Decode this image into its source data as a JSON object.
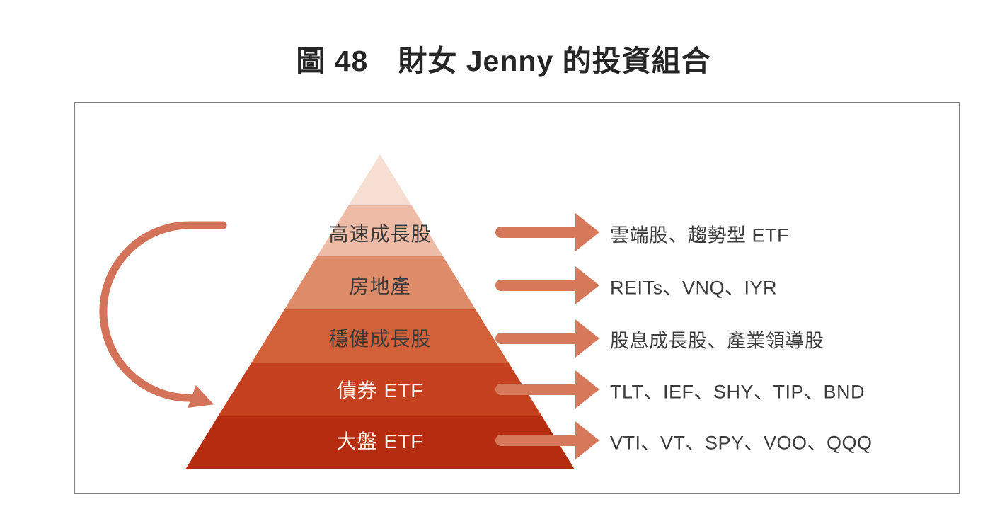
{
  "figure": {
    "title": "圖 48　財女 Jenny 的投資組合"
  },
  "pyramid": {
    "description_note": "five-level investment pyramid with feedback loop arrow",
    "levels": [
      {
        "label": "",
        "color": "#f7ded3",
        "mapping": ""
      },
      {
        "label": "高速成長股",
        "color": "#eebca6",
        "label_color": "#3b3b3b",
        "mapping": "雲端股、趨勢型 ETF"
      },
      {
        "label": "房地產",
        "color": "#de8b69",
        "label_color": "#3b3b3b",
        "mapping": "REITs、VNQ、IYR"
      },
      {
        "label": "穩健成長股",
        "color": "#d2613a",
        "label_color": "#3b3b3b",
        "mapping": "股息成長股、產業領導股"
      },
      {
        "label": "債券 ETF",
        "color": "#c5401f",
        "label_color": "#ffffff",
        "mapping": "TLT、IEF、SHY、TIP、BND"
      },
      {
        "label": "大盤 ETF",
        "color": "#b52c10",
        "label_color": "#ffffff",
        "mapping": "VTI、VT、SPY、VOO、QQQ"
      }
    ]
  },
  "accents": {
    "arrow_color": "#d6795a",
    "loop_arrow_color": "#d3745a",
    "frame_border_color": "#7d7d7d"
  }
}
